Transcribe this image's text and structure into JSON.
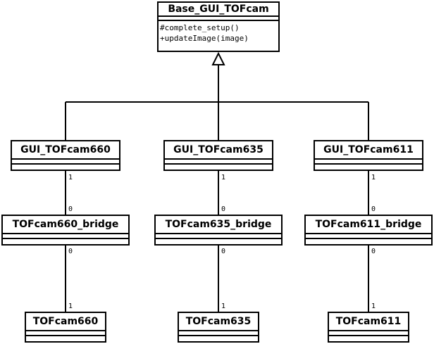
{
  "base_class": {
    "name": "Base_GUI_TOFcam",
    "operations": [
      "#complete_setup()",
      "+updateImage(image)"
    ]
  },
  "gui_classes": [
    {
      "name": "GUI_TOFcam660"
    },
    {
      "name": "GUI_TOFcam635"
    },
    {
      "name": "GUI_TOFcam611"
    }
  ],
  "bridge_classes": [
    {
      "name": "TOFcam660_bridge"
    },
    {
      "name": "TOFcam635_bridge"
    },
    {
      "name": "TOFcam611_bridge"
    }
  ],
  "cam_classes": [
    {
      "name": "TOFcam660"
    },
    {
      "name": "TOFcam635"
    },
    {
      "name": "TOFcam611"
    }
  ],
  "multiplicities": {
    "gui_to_bridge": {
      "source": "1",
      "target": "0"
    },
    "bridge_to_cam": {
      "source": "0",
      "target": "1"
    }
  }
}
